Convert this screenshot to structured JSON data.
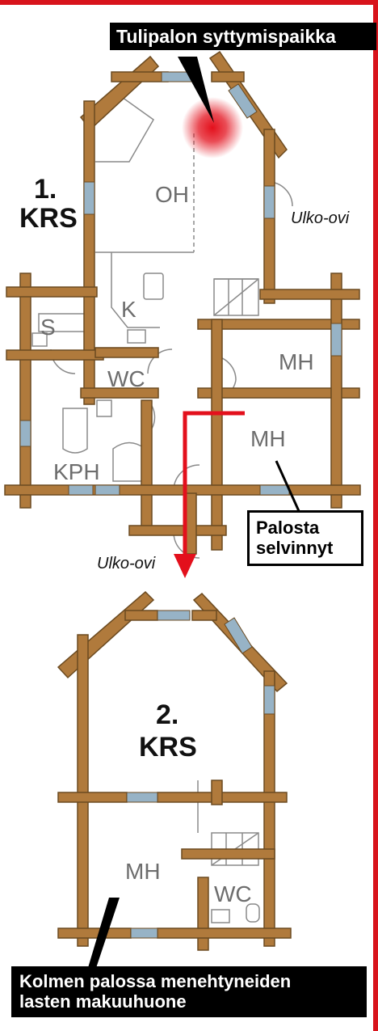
{
  "colors": {
    "wall": "#b07a3c",
    "wall_stroke": "#6b4a20",
    "window": "#97b3c6",
    "fire": "#e3101c",
    "accent_red": "#d8141c",
    "label_grey": "#6d6d6d"
  },
  "callouts": {
    "fire_origin": "Tulipalon syttymispaikka",
    "survived": [
      "Palosta",
      "selvinnyt"
    ],
    "bedroom": [
      "Kolmen palossa menehtyneiden",
      "lasten makuuhuone"
    ]
  },
  "floor1": {
    "label_num": "1.",
    "label_krs": "KRS",
    "rooms": {
      "oh": "OH",
      "k": "K",
      "s": "S",
      "wc": "WC",
      "mh_upper": "MH",
      "mh_lower": "MH",
      "kph": "KPH"
    },
    "door_top": "Ulko-ovi",
    "door_bottom": "Ulko-ovi"
  },
  "floor2": {
    "label_num": "2.",
    "label_krs": "KRS",
    "rooms": {
      "mh": "MH",
      "wc": "WC"
    }
  }
}
